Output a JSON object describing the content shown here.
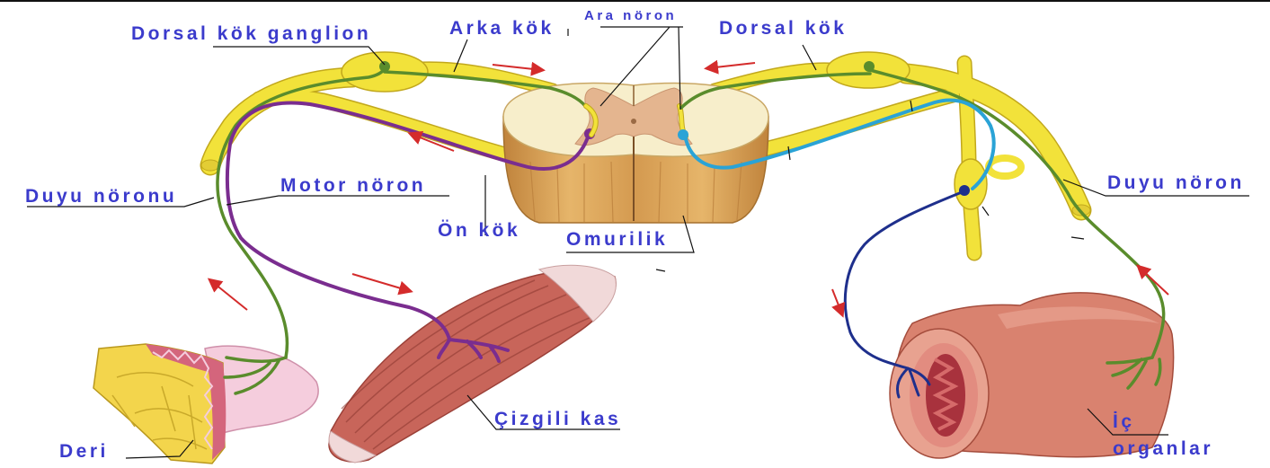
{
  "labels": {
    "dorsal_root_ganglion": "Dorsal kök ganglion",
    "dorsal_root_left": "Arka kök",
    "interneuron": "Ara nöron",
    "dorsal_root_right": "Dorsal kök",
    "sensory_neuron_left": "Duyu nöronu",
    "motor_neuron": "Motor nöron",
    "ventral_root": "Ön kök",
    "spinal_cord": "Omurilik",
    "sensory_neuron_right": "Duyu nöron",
    "skin": "Deri",
    "skeletal_muscle": "Çizgili kas",
    "internal_organs_line1": "İç",
    "internal_organs_line2": "organlar"
  },
  "colors": {
    "label_text": "#3b3bcc",
    "nerve_yellow": "#f2e23a",
    "nerve_edge": "#c2a81c",
    "sensory_green": "#5a8c2c",
    "motor_purple": "#7a2d8f",
    "preganglionic_cyan": "#2aa3d6",
    "postganglionic_blue": "#1e2f8c",
    "arrow_red": "#d42b2b"
  }
}
